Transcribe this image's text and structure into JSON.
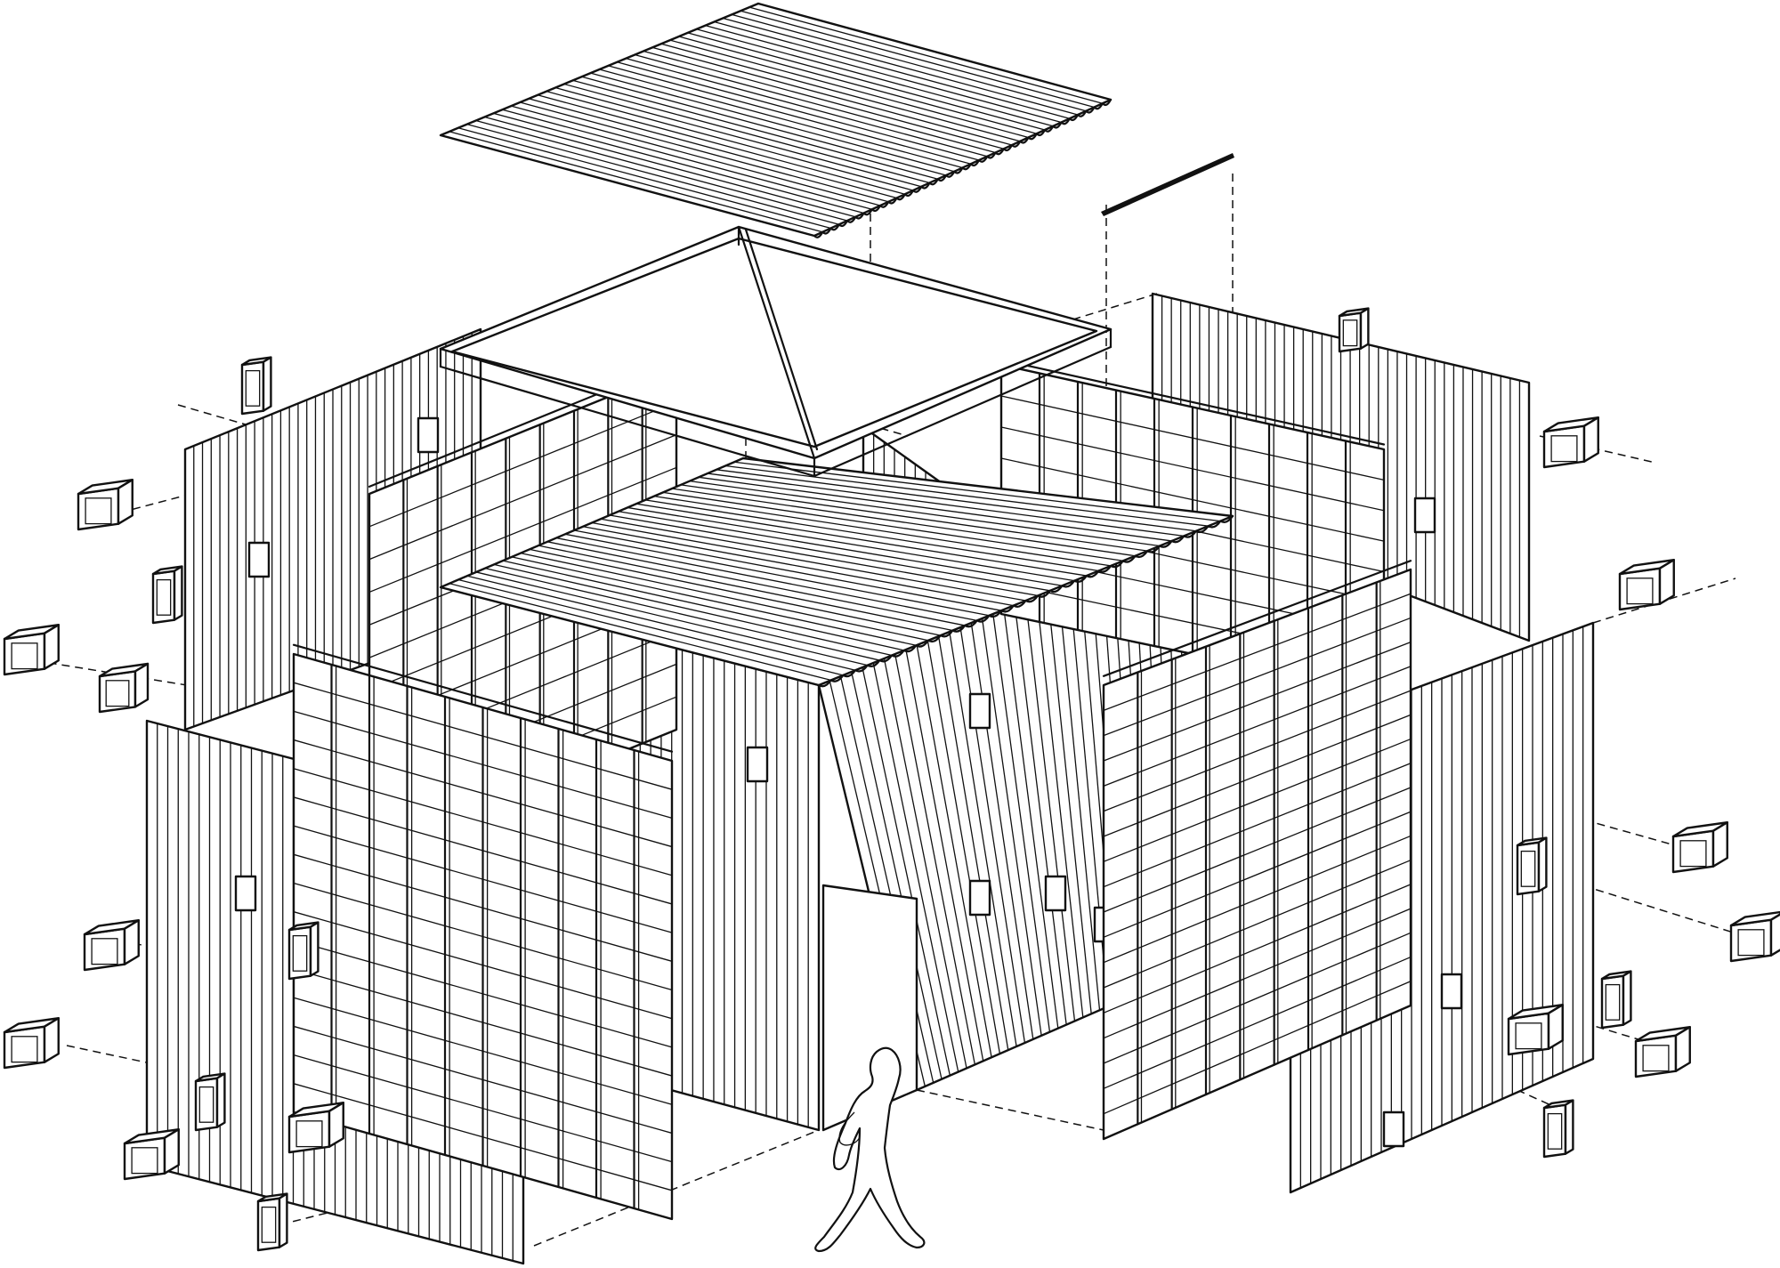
{
  "diagram": {
    "kind": "exploded-axonometric",
    "parts": [
      {
        "id": "roof-sheet-top",
        "label": ""
      },
      {
        "id": "ridge-cap",
        "label": ""
      },
      {
        "id": "roof-truss-frame",
        "label": ""
      },
      {
        "id": "corrugated-walls",
        "label": ""
      },
      {
        "id": "timber-stud-frames",
        "label": ""
      },
      {
        "id": "lower-roof-sheet",
        "label": ""
      },
      {
        "id": "box-connectors",
        "label": ""
      },
      {
        "id": "human-figure",
        "label": ""
      }
    ],
    "colors": {
      "ink": "#111111",
      "paper": "#ffffff"
    }
  }
}
